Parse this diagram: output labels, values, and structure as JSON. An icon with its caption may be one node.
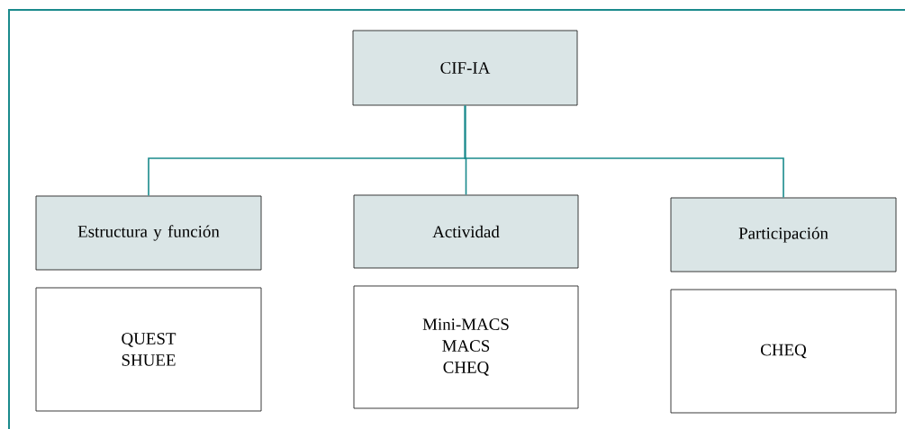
{
  "diagram": {
    "nodes": [
      {
        "text": [
          "CIF-IA"
        ]
      },
      {
        "text": [
          "Estructura y función"
        ]
      },
      {
        "text": [
          "Actividad"
        ]
      },
      {
        "text": [
          "Participación"
        ]
      },
      {
        "text": [
          "QUEST",
          "SHUEE"
        ]
      },
      {
        "text": [
          "Mini-MACS",
          "MACS",
          "CHEQ"
        ]
      },
      {
        "text": [
          "CHEQ"
        ]
      }
    ],
    "edges": [
      {
        "from": 0,
        "to": 1,
        "arrow": "none"
      },
      {
        "from": 0,
        "to": 2,
        "arrow": "none"
      },
      {
        "from": 0,
        "to": 3,
        "arrow": "none"
      }
    ]
  }
}
